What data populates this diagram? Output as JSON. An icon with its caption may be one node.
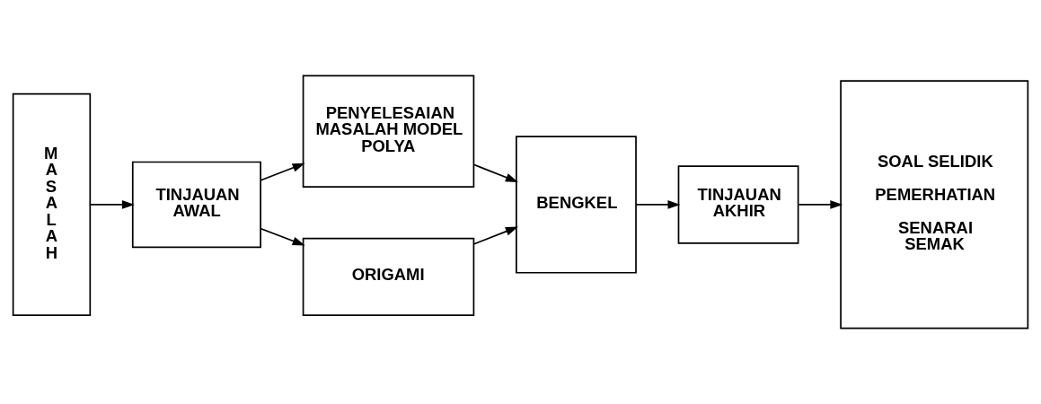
{
  "diagram": {
    "nodes": [
      {
        "text": [
          "MASALAH"
        ]
      },
      {
        "text": [
          "TINJAUAN AWAL"
        ]
      },
      {
        "text": [
          "PENYELESAIAN MASALAH MODEL POLYA"
        ]
      },
      {
        "text": [
          "ORIGAMI"
        ]
      },
      {
        "text": [
          "BENGKEL"
        ]
      },
      {
        "text": [
          "TINJAUAN AKHIR"
        ]
      },
      {
        "text": [
          "SOAL SELIDIK",
          "PEMERHATIAN",
          "SENARAI SEMAK"
        ]
      }
    ],
    "edges": [
      {
        "from": 0,
        "to": 1,
        "arrow": "to"
      },
      {
        "from": 1,
        "to": 2,
        "arrow": "to"
      },
      {
        "from": 1,
        "to": 3,
        "arrow": "to"
      },
      {
        "from": 2,
        "to": 4,
        "arrow": "to"
      },
      {
        "from": 3,
        "to": 4,
        "arrow": "to"
      },
      {
        "from": 4,
        "to": 5,
        "arrow": "to"
      },
      {
        "from": 5,
        "to": 6,
        "arrow": "to"
      }
    ]
  }
}
